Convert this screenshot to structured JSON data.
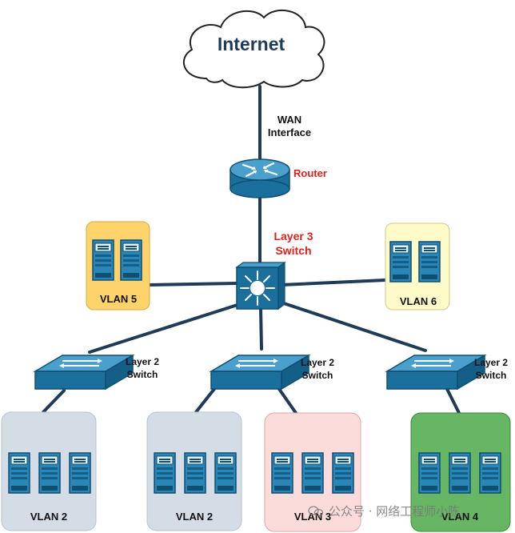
{
  "internet": {
    "label": "Internet"
  },
  "wan": {
    "line1": "WAN",
    "line2": "Interface"
  },
  "router": {
    "label": "Router"
  },
  "l3switch": {
    "line1": "Layer 3",
    "line2": "Switch"
  },
  "l2switches": [
    {
      "line1": "Layer 2",
      "line2": "Switch"
    },
    {
      "line1": "Layer 2",
      "line2": "Switch"
    },
    {
      "line1": "Layer 2",
      "line2": "Switch"
    }
  ],
  "vlans": {
    "vlan5": {
      "label": "VLAN 5",
      "color": "#ffd36b"
    },
    "vlan6": {
      "label": "VLAN 6",
      "color": "#fffbc8"
    },
    "vlan2a": {
      "label": "VLAN 2",
      "color": "#d4dde6"
    },
    "vlan2b": {
      "label": "VLAN 2",
      "color": "#d4dde6"
    },
    "vlan3": {
      "label": "VLAN 3",
      "color": "#fbdcda"
    },
    "vlan4": {
      "label": "VLAN 4",
      "color": "#67b663"
    }
  },
  "colors": {
    "device": "#1a6f9c",
    "device_dark": "#0f4f72",
    "link": "#1f3b57",
    "accent_red": "#e0211b"
  },
  "watermark": {
    "text": "公众号 · 网络工程师小陈"
  }
}
